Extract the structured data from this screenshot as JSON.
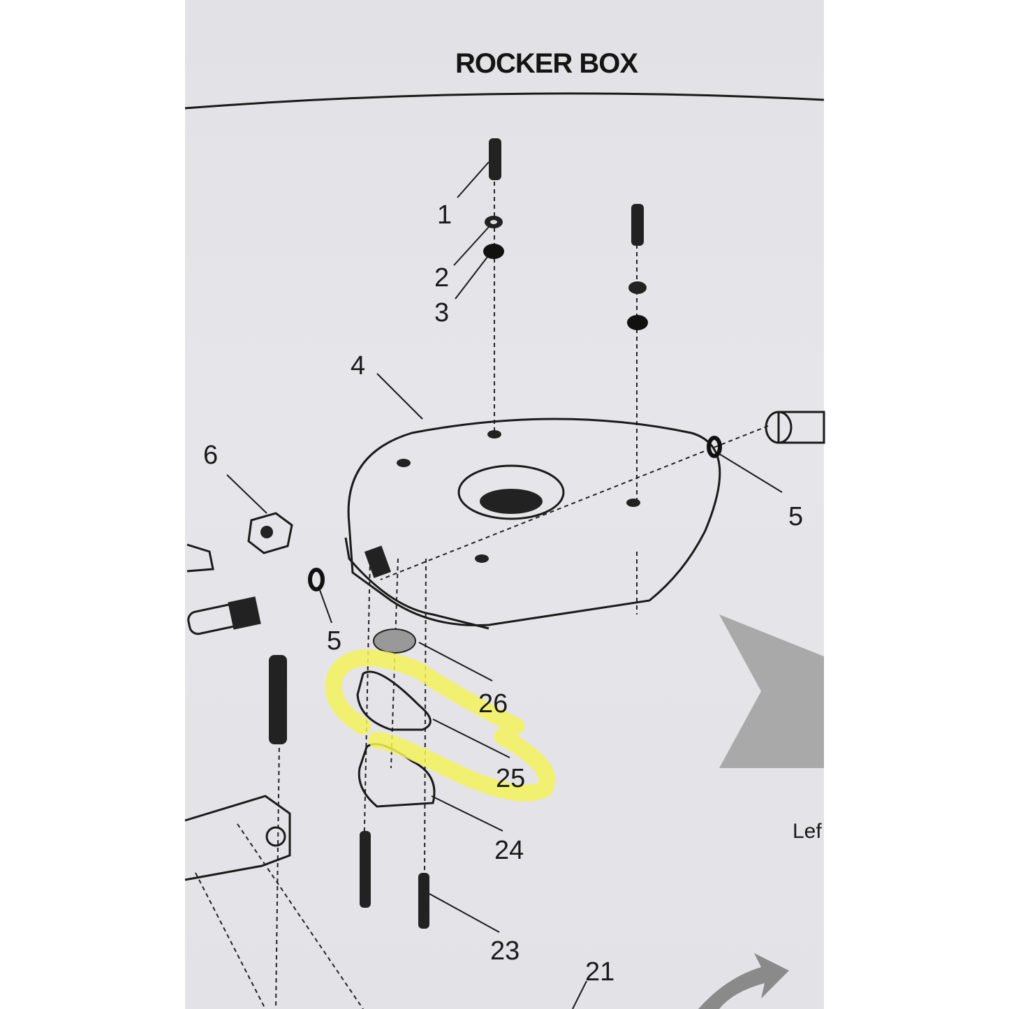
{
  "page": {
    "title": "ROCKER BOX",
    "side_text_fragment": "Lef"
  },
  "callouts": [
    "1",
    "2",
    "3",
    "4",
    "5",
    "6",
    "5",
    "5",
    "26",
    "25",
    "24",
    "23",
    "21"
  ],
  "colors": {
    "paper": "#e4e4e8",
    "ink": "#1a1a1a",
    "highlight": "#f4f25a",
    "arrow_gray": "#9a9a9a"
  }
}
